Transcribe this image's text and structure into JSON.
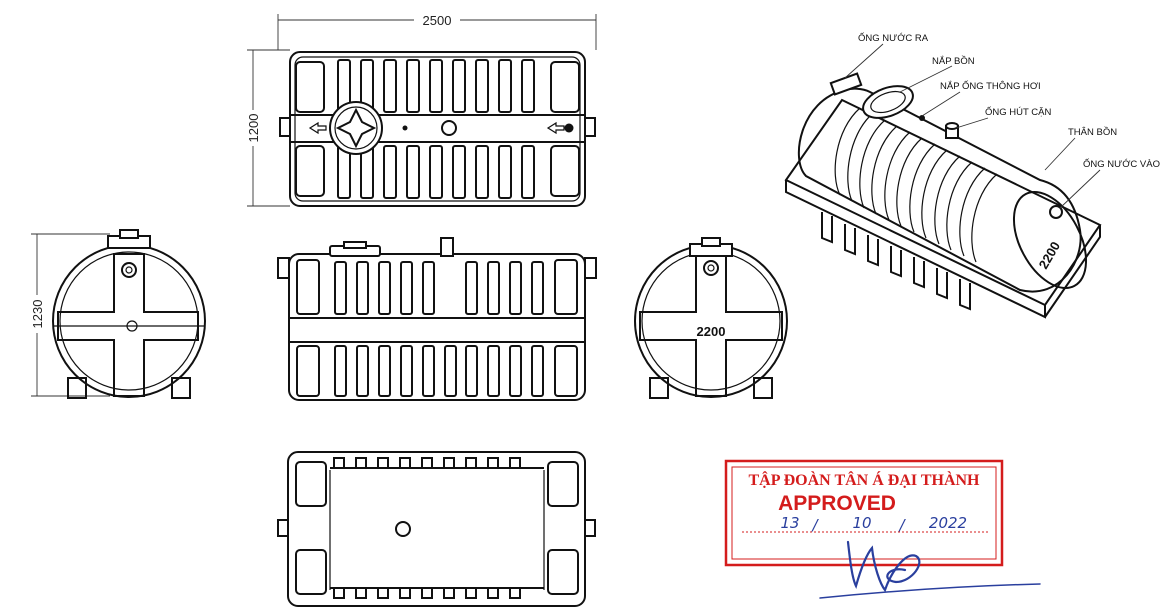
{
  "dimensions": {
    "length": "2500",
    "width": "1200",
    "height": "1230"
  },
  "capacity_marking": "2200",
  "labels": {
    "outlet_pipe": "ỐNG NƯỚC RA",
    "tank_lid": "NẮP BỒN",
    "vent_pipe_cap": "NẮP ỐNG THÔNG HƠI",
    "sludge_pipe": "ỐNG HÚT CẶN",
    "tank_body": "THÂN BỒN",
    "inlet_pipe": "ỐNG NƯỚC VÀO"
  },
  "stamp": {
    "company": "TẬP ĐOÀN TÂN Á ĐẠI THÀNH",
    "status": "APPROVED",
    "date_day": "13",
    "date_month": "10",
    "date_year": "2022",
    "color": "#d41c1c",
    "ink_color": "#2a3f9e"
  }
}
